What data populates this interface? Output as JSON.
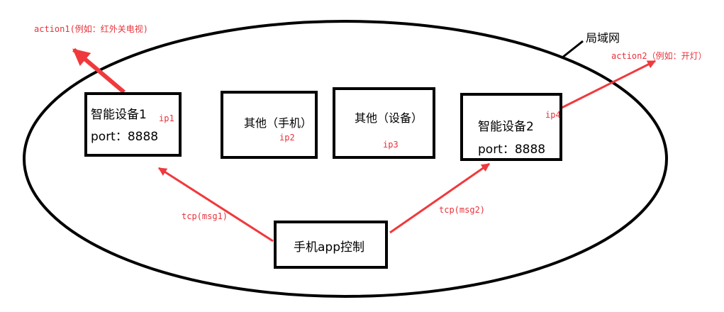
{
  "network": {
    "label": "局域网"
  },
  "devices": {
    "smart1": {
      "name": "智能设备1",
      "port": "port：8888",
      "ip": "ip1"
    },
    "other_phone": {
      "name": "其他（手机）",
      "ip": "ip2"
    },
    "other_device": {
      "name": "其他（设备）",
      "ip": "ip3"
    },
    "smart2": {
      "name": "智能设备2",
      "port": "port：8888",
      "ip": "ip4"
    }
  },
  "controller": {
    "name": "手机app控制"
  },
  "messages": {
    "msg1": "tcp(msg1)",
    "msg2": "tcp(msg2)"
  },
  "actions": {
    "action1": "action1(例如：红外关电视)",
    "action2": "action2（例如：开灯）"
  },
  "colors": {
    "arrow": "#f0393c",
    "label": "#e8323a",
    "stroke": "#000000"
  }
}
